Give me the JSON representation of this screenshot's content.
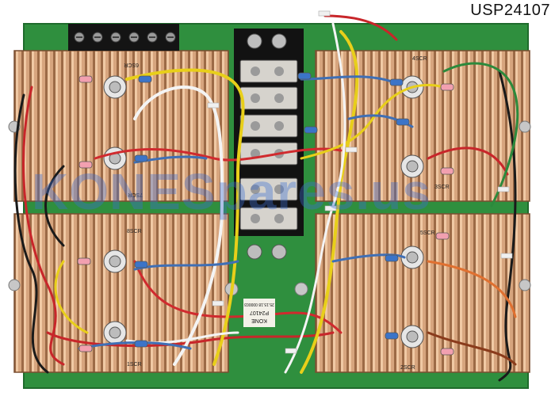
{
  "part_code": "USP24107",
  "watermark": "KONESpares.us",
  "board_label": {
    "line1": "KONE",
    "line2": "P24107",
    "line3": "25.15.18 000003"
  },
  "scr_labels": [
    "6SCR",
    "7SCR",
    "4SCR",
    "3SCR",
    "5SCR",
    "2SCR",
    "8SCR",
    "1SCR"
  ]
}
